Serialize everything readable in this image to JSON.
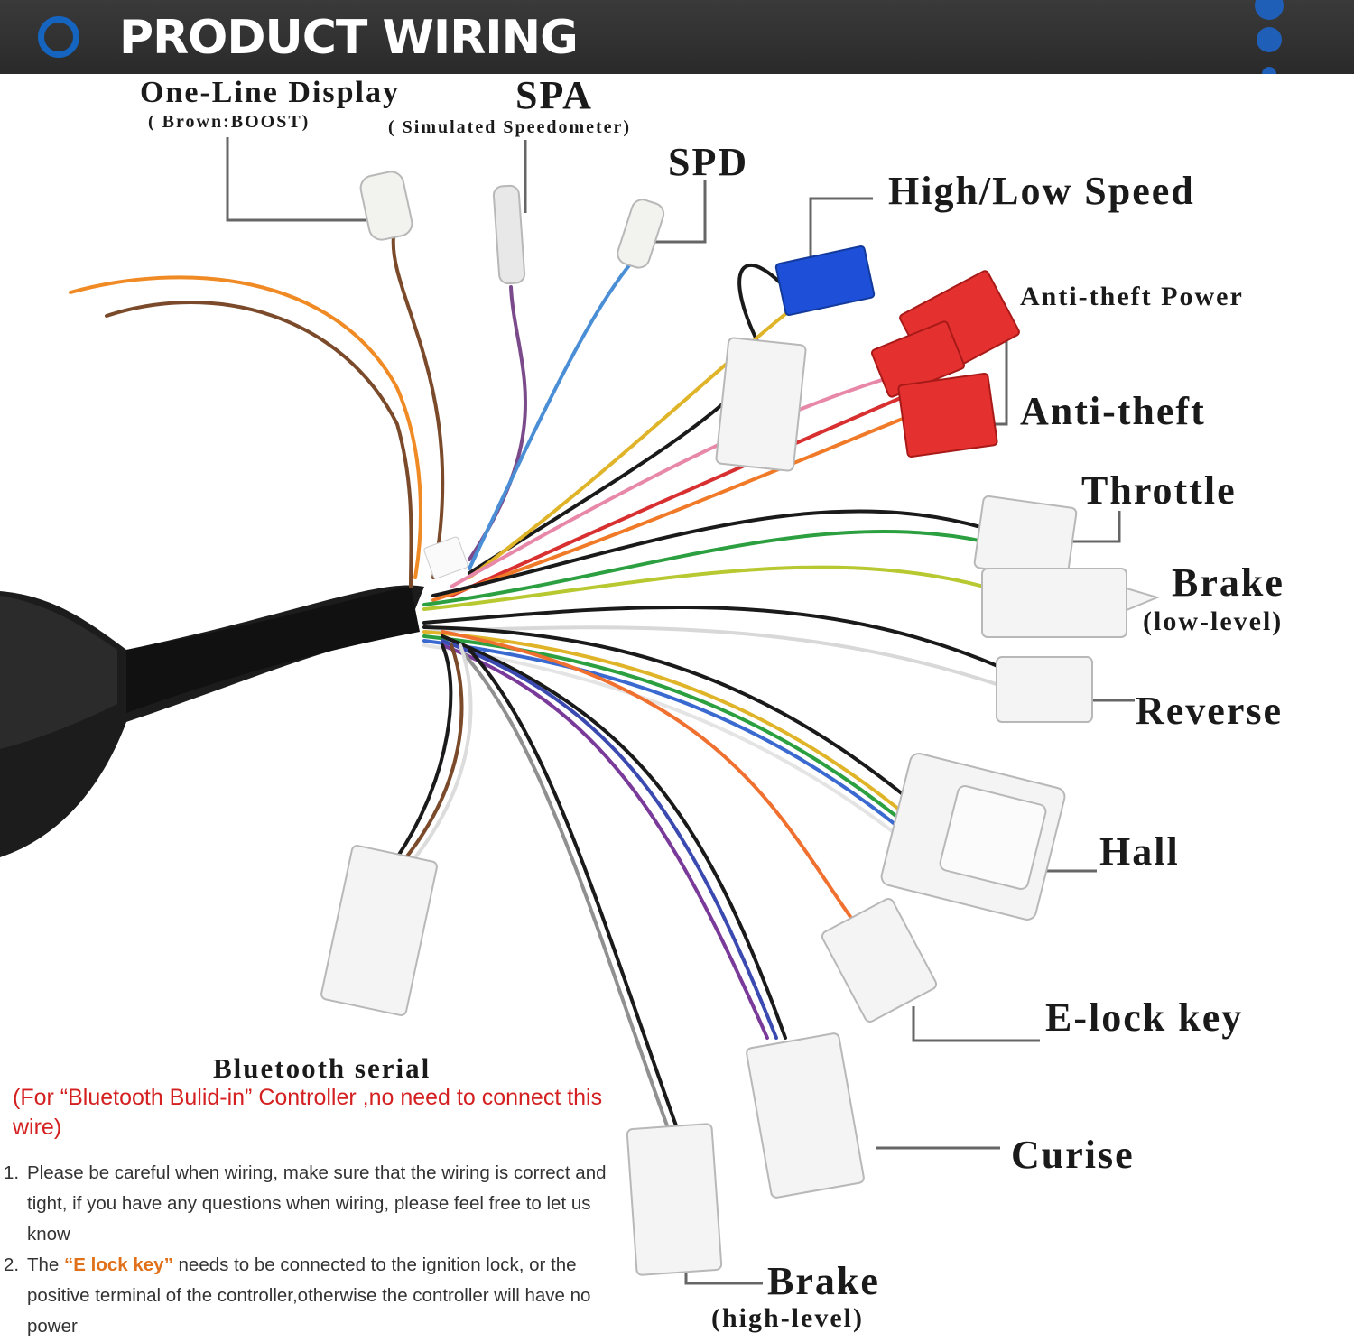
{
  "header": {
    "title": "PRODUCT WIRING"
  },
  "labels": {
    "one_line_display": "One-Line Display",
    "one_line_display_sub": "( Brown:BOOST)",
    "spa": "SPA",
    "spa_sub": "( Simulated Speedometer)",
    "spd": "SPD",
    "high_low_speed": "High/Low Speed",
    "anti_theft_power": "Anti-theft Power",
    "anti_theft": "Anti-theft",
    "throttle": "Throttle",
    "brake_low": "Brake",
    "brake_low_sub": "(low-level)",
    "reverse": "Reverse",
    "hall": "Hall",
    "e_lock_key": "E-lock key",
    "curise": "Curise",
    "brake_high": "Brake",
    "brake_high_sub": "(high-level)",
    "bluetooth_serial": "Bluetooth serial"
  },
  "bluetooth_note": "(For “Bluetooth Bulid-in” Controller ,no need to connect this wire)",
  "notes": [
    {
      "num": "1.",
      "text": "Please be careful when wiring, make sure that the wiring is correct and tight, if you have any questions when wiring, please feel free to let us know"
    },
    {
      "num": "2.",
      "pre": "The ",
      "highlight": "“E lock key”",
      "post": " needs to be connected to the ignition lock, or the positive terminal of the controller,otherwise the controller will have no power"
    }
  ],
  "colors": {
    "header_bg": "#2e2e2e",
    "accent_blue": "#1565c0",
    "note_red": "#d42020",
    "highlight_orange": "#e0701a"
  }
}
